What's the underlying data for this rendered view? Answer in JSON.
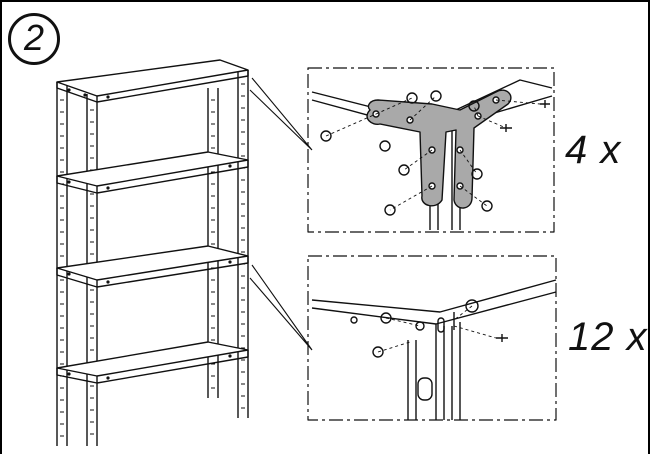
{
  "step": {
    "number": "2"
  },
  "details": [
    {
      "name": "corner-plate-detail",
      "quantity": "4 x"
    },
    {
      "name": "shelf-bolt-detail",
      "quantity": "12 x"
    }
  ],
  "colors": {
    "line": "#111111",
    "plate_fill": "#a9a9a9",
    "frame": "#000000"
  }
}
